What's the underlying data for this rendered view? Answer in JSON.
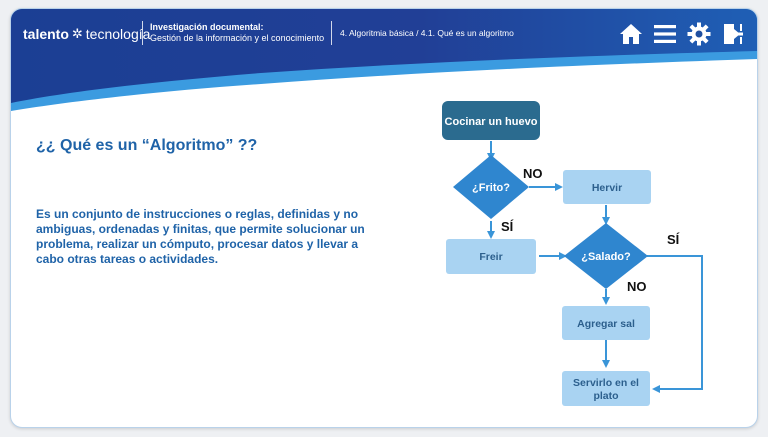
{
  "header": {
    "brand_part1": "talento",
    "brand_part2": "tecnología",
    "course_title": "Investigación documental:",
    "course_subtitle": "Gestión de la información y el conocimiento",
    "breadcrumb": "4. Algoritmia básica / 4.1. Qué es un algoritmo"
  },
  "icons": [
    "home-icon",
    "menu-icon",
    "gear-icon",
    "exit-icon"
  ],
  "content": {
    "title": "¿¿ Qué es un “Algoritmo” ??",
    "body": "Es un conjunto de instrucciones o reglas, definidas y no ambiguas, ordenadas y finitas, que permite solucionar un problema, realizar un cómputo, procesar datos y llevar a cabo otras tareas o actividades."
  },
  "flowchart": {
    "start": "Cocinar un huevo",
    "q1": "¿Frito?",
    "hervir": "Hervir",
    "freir": "Freir",
    "q2": "¿Salado?",
    "agregar_line1": "Agregar sal",
    "servir_line1": "Servirlo en el",
    "servir_line2": "plato",
    "no1": "NO",
    "si1": "SÍ",
    "si2": "SÍ",
    "no2": "NO"
  },
  "colors": {
    "header_dark": "#1b3f94",
    "header_light": "#2f8fd8",
    "text_blue": "#1f63a8",
    "node_dark": "#2b6b8f",
    "node_mid": "#2f86cf",
    "node_light": "#a9d3f2",
    "connector": "#3a95d8"
  }
}
